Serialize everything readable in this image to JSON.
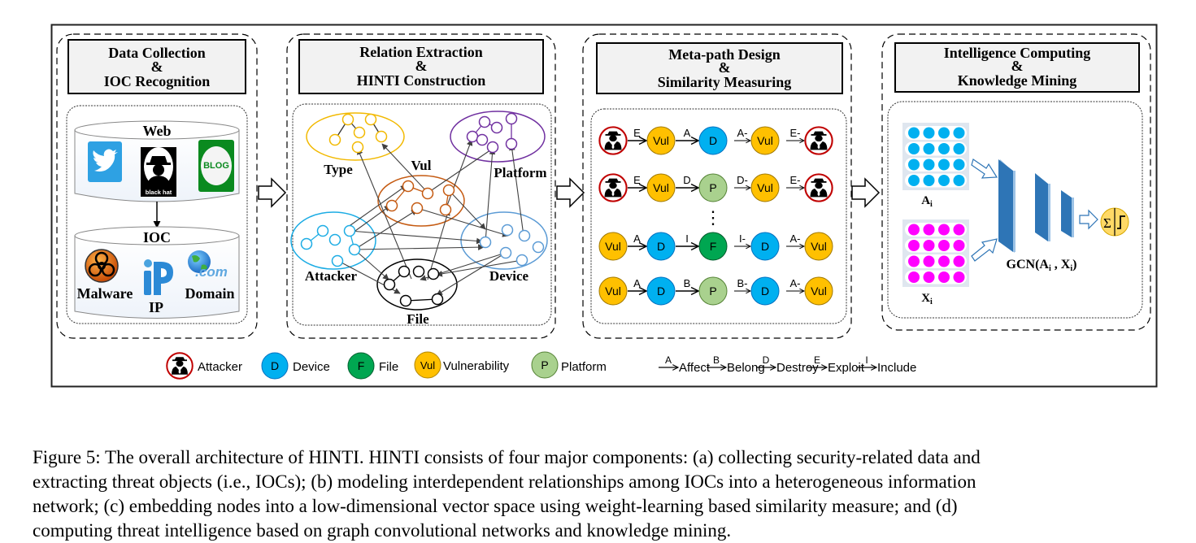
{
  "panels": [
    {
      "id": "a",
      "title_line1": "Data Collection",
      "title_amp": "&",
      "title_line2": "IOC Recognition"
    },
    {
      "id": "b",
      "title_line1": "Relation Extraction",
      "title_amp": "&",
      "title_line2": "HINTI Construction"
    },
    {
      "id": "c",
      "title_line1": "Meta-path Design",
      "title_amp": "&",
      "title_line2": "Similarity Measuring"
    },
    {
      "id": "d",
      "title_line1": "Intelligence Computing",
      "title_amp": "&",
      "title_line2": "Knowledge Mining"
    }
  ],
  "data_collection": {
    "web_label": "Web",
    "web_icons": [
      {
        "name": "twitter-icon"
      },
      {
        "name": "blackhat-icon",
        "text": "black hat"
      },
      {
        "name": "blog-icon",
        "text": "BLOG"
      }
    ],
    "ioc_label": "IOC",
    "ioc_items": [
      "Malware",
      "IP",
      "Domain"
    ],
    "domain_icon_text": ".com",
    "ip_icon_text": "iP"
  },
  "hinti": {
    "clusters": [
      {
        "label": "Type",
        "color": "#f2b900"
      },
      {
        "label": "Platform",
        "color": "#7030a0"
      },
      {
        "label": "Vul",
        "color": "#c55a11"
      },
      {
        "label": "Attacker",
        "color": "#1cace4"
      },
      {
        "label": "Device",
        "color": "#5b9bd5"
      },
      {
        "label": "File",
        "color": "#000000"
      }
    ]
  },
  "metapaths": {
    "rows": [
      {
        "nodes": [
          "attacker",
          "Vul",
          "D",
          "Vul",
          "attacker"
        ],
        "types": [
          "A",
          "V",
          "D",
          "V",
          "A"
        ],
        "edges": [
          "E",
          "A",
          "A-",
          "E-"
        ]
      },
      {
        "nodes": [
          "attacker",
          "Vul",
          "P",
          "Vul",
          "attacker"
        ],
        "types": [
          "A",
          "V",
          "P",
          "V",
          "A"
        ],
        "edges": [
          "E",
          "D",
          "D-",
          "E-"
        ]
      },
      {
        "nodes": [
          "Vul",
          "D",
          "F",
          "D",
          "Vul"
        ],
        "types": [
          "V",
          "D",
          "F",
          "D",
          "V"
        ],
        "edges": [
          "A",
          "I",
          "I-",
          "A-"
        ]
      },
      {
        "nodes": [
          "Vul",
          "D",
          "P",
          "D",
          "Vul"
        ],
        "types": [
          "V",
          "D",
          "P",
          "D",
          "V"
        ],
        "edges": [
          "A",
          "B",
          "B-",
          "A-"
        ]
      }
    ],
    "ellipsis": "⋮"
  },
  "gcn": {
    "matrix_a_label": "A",
    "matrix_a_sub": "i",
    "matrix_x_label": "X",
    "matrix_x_sub": "i",
    "gcn_label": "GCN(A",
    "gcn_label_mid": " , X",
    "gcn_label_end": ")",
    "gcn_sub": "i",
    "activation_sigma": "Σ",
    "matrix_rows": 4,
    "matrix_cols": 4
  },
  "legend": {
    "nodes": [
      {
        "key": "attacker",
        "symbol": "",
        "label": "Attacker"
      },
      {
        "key": "D",
        "symbol": "D",
        "label": "Device"
      },
      {
        "key": "F",
        "symbol": "F",
        "label": "File"
      },
      {
        "key": "V",
        "symbol": "Vul",
        "label": "Vulnerability"
      },
      {
        "key": "P",
        "symbol": "P",
        "label": "Platform"
      }
    ],
    "edges": [
      {
        "symbol": "A",
        "label": "Affect"
      },
      {
        "symbol": "B",
        "label": "Belong"
      },
      {
        "symbol": "D",
        "label": "Destroy"
      },
      {
        "symbol": "E",
        "label": "Exploit"
      },
      {
        "symbol": "I",
        "label": "Include"
      }
    ]
  },
  "colors": {
    "vul": "#ffc000",
    "device": "#00b0f0",
    "file": "#00a651",
    "platform": "#a9d18e",
    "attacker_ring": "#c00000",
    "title_bg": "#f2f2f2",
    "gcn_layer": "#2e75b6",
    "matrix_a_dot": "#00b0f0",
    "matrix_x_dot": "#ff00ff",
    "activation": "#ffd966"
  },
  "caption": {
    "lines": [
      "Figure 5: The overall architecture of HINTI. HINTI consists of four major components: (a) collecting security-related data and",
      "extracting threat objects (i.e., IOCs); (b) modeling interdependent relationships among IOCs into a heterogeneous information",
      "network; (c) embedding nodes into a low-dimensional vector space using weight-learning based similarity measure; and (d)",
      "computing threat intelligence based on graph convolutional networks and knowledge mining."
    ]
  }
}
